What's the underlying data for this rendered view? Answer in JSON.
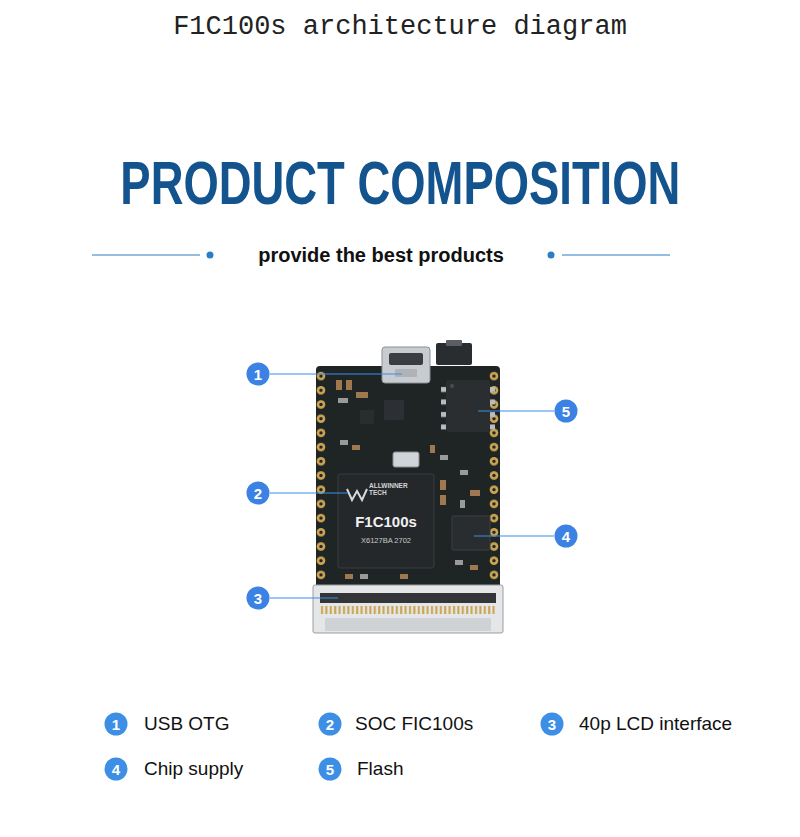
{
  "diagram": {
    "title": "F1C100s architecture diagram",
    "nodes": [
      {
        "text": [
          "1"
        ]
      },
      {
        "text": [
          "5"
        ]
      },
      {
        "text": [
          "2"
        ]
      },
      {
        "text": [
          "4"
        ]
      },
      {
        "text": [
          "3"
        ]
      },
      {
        "text": [
          "1"
        ]
      },
      {
        "text": [
          "2"
        ]
      },
      {
        "text": [
          "3"
        ]
      },
      {
        "text": [
          "4"
        ]
      },
      {
        "text": [
          "5"
        ]
      }
    ],
    "labels": [
      "PRODUCT COMPOSITION",
      "provide the best products",
      "ALLWINNER TECH",
      "F1C100s",
      "X6127BA 2702",
      "USB OTG",
      "SOC FIC100s",
      "40p LCD interface",
      "Chip supply",
      "Flash"
    ]
  }
}
